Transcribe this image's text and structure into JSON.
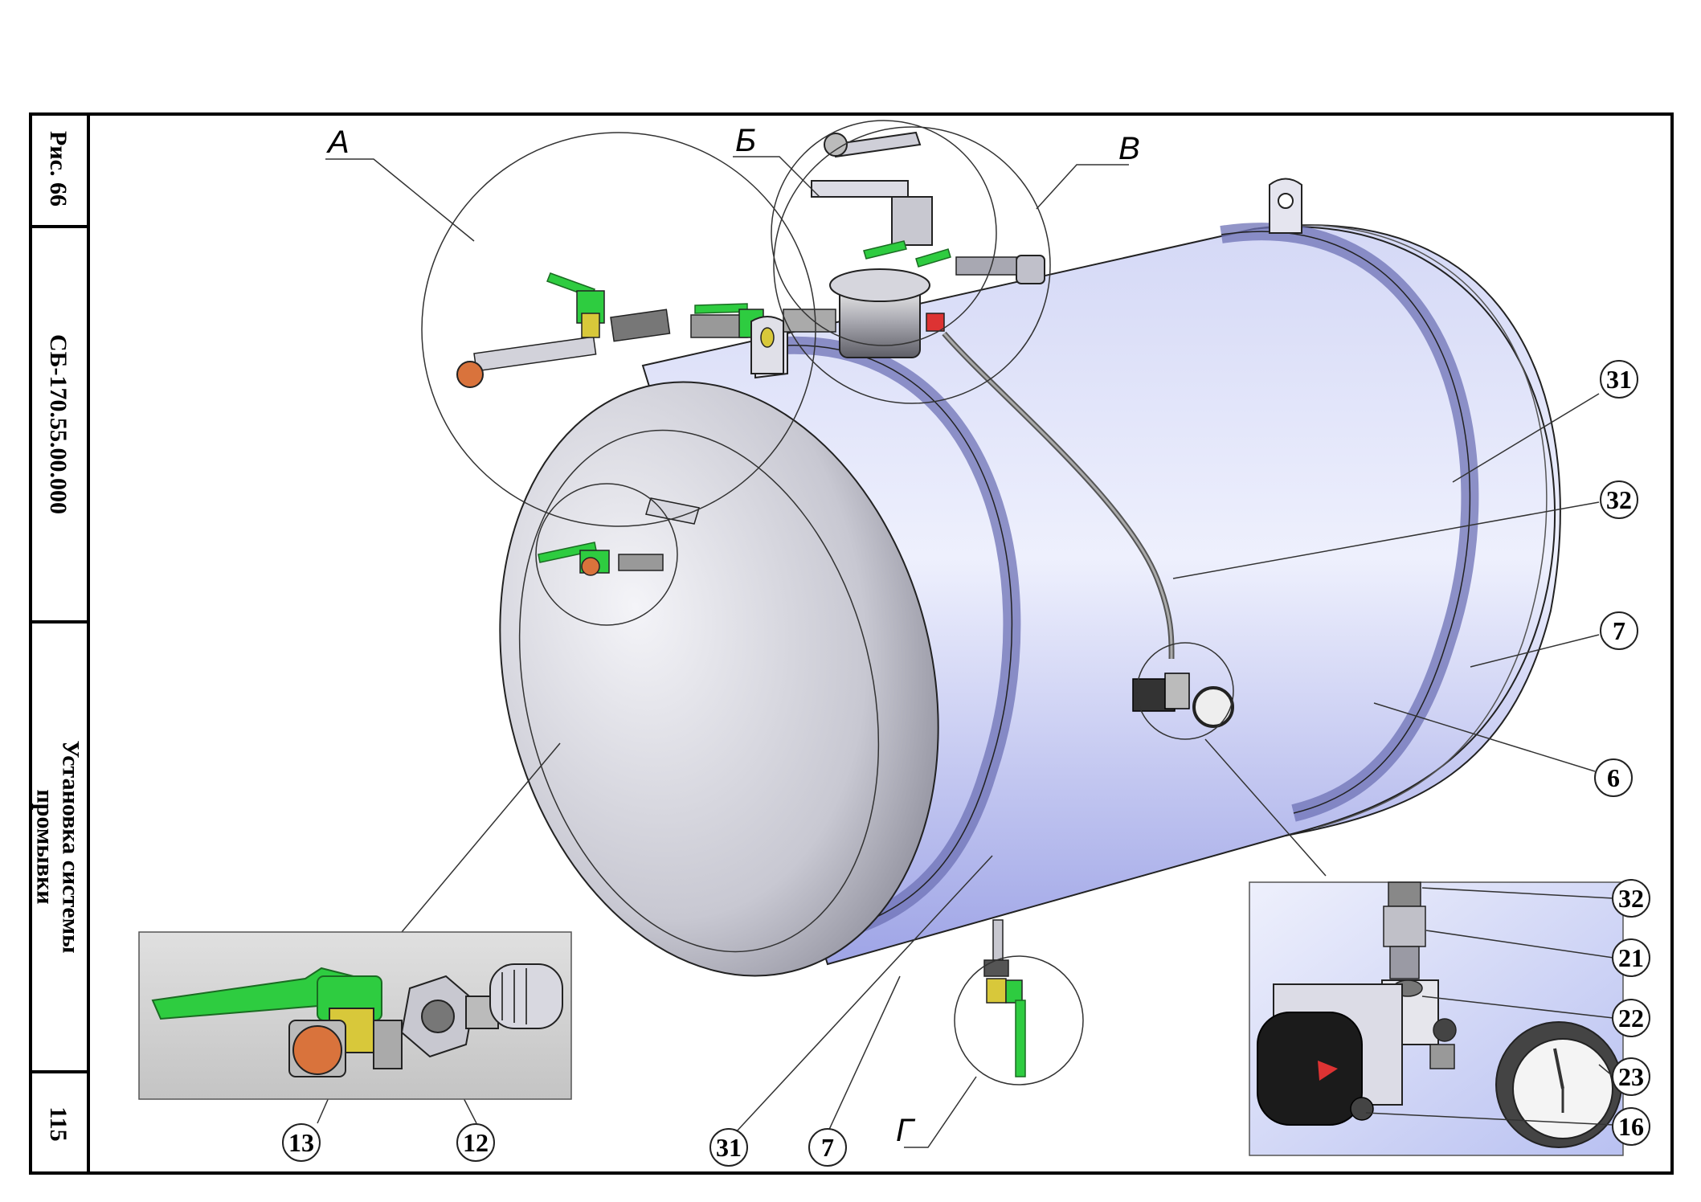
{
  "title_block": {
    "figure": "Рис. 66",
    "code": "СБ-170.55.00.000",
    "title_line1": "Установка системы",
    "title_line2": "промывки",
    "page": "115"
  },
  "view_labels": {
    "a": "А",
    "b": "Б",
    "v": "В",
    "g": "Г"
  },
  "callouts": {
    "c31_right": "31",
    "c32_right": "32",
    "c7_right": "7",
    "c6": "6",
    "c13": "13",
    "c12": "12",
    "c31_bottom": "31",
    "c7_bottom": "7",
    "d32": "32",
    "d21": "21",
    "d22": "22",
    "d23": "23",
    "d16": "16"
  },
  "colors": {
    "tank_light": "#e6e9fb",
    "tank_mid": "#b7bdf0",
    "tank_dark": "#8c92d8",
    "head_light": "#ececf4",
    "head_dark": "#9a9aa8",
    "valve_green": "#2ecc40",
    "brass": "#d8c83a",
    "copper": "#d9733c",
    "detail_bg_left": "#d6d6d6",
    "detail_bg_right": "#c6cdf3"
  }
}
